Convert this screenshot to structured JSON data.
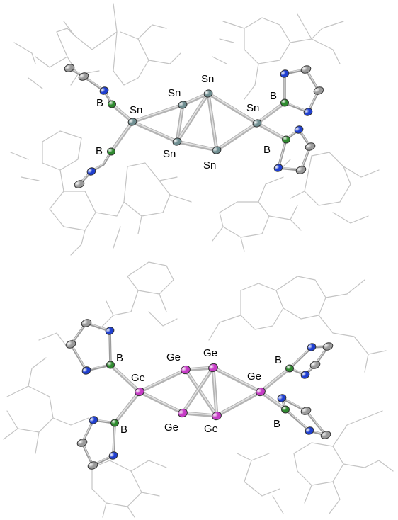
{
  "colors": {
    "tin": "#6f8e91",
    "germanium": "#c63cc6",
    "boron": "#2f8a2f",
    "nitrogen": "#1f3fd0",
    "carbon": "#9a9a9a",
    "ligand_wire": "#c4c4c4",
    "bond": "#b4b4b4"
  },
  "top_structure": {
    "element": "Sn",
    "labels": {
      "sn_left": "Sn",
      "sn_core_upper_left": "Sn",
      "sn_core_upper_right": "Sn",
      "sn_core_lower_left": "Sn",
      "sn_core_lower_right": "Sn",
      "sn_right": "Sn",
      "b_upper_left": "B",
      "b_lower_left": "B",
      "b_upper_right": "B",
      "b_lower_right": "B"
    }
  },
  "bottom_structure": {
    "element": "Ge",
    "labels": {
      "ge_left": "Ge",
      "ge_core_upper_left": "Ge",
      "ge_core_upper_right": "Ge",
      "ge_core_lower_left": "Ge",
      "ge_core_lower_right": "Ge",
      "ge_right": "Ge",
      "b_upper_left": "B",
      "b_lower_left": "B",
      "b_upper_right": "B",
      "b_lower_right": "B"
    }
  }
}
